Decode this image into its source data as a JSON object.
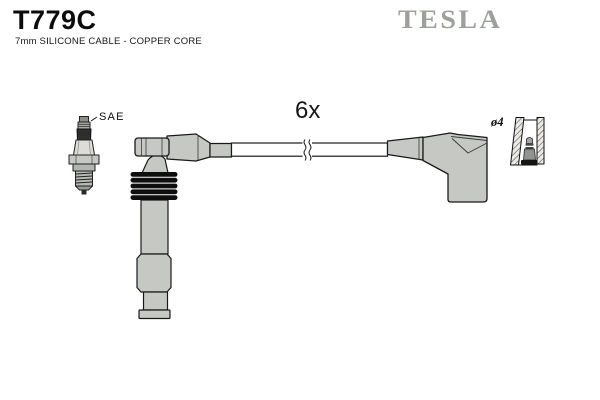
{
  "header": {
    "part_number": "T779C",
    "description": "7mm SILICONE CABLE - COPPER CORE",
    "brand": "TESLA"
  },
  "diagram": {
    "quantity": "6x",
    "labels": {
      "spark_plug_standard": "SAE",
      "terminal_diameter": "ø4"
    },
    "icons": [
      "spark-plug-icon",
      "coil-boot-connector",
      "ignition-cable",
      "cable-break-mark",
      "plug-boot-connector",
      "terminal-cross-section-icon"
    ]
  },
  "colors": {
    "background": "#ffffff",
    "boot_fill": "#c5c8c3",
    "logo": "#9ba09a",
    "line": "#1a1a1a",
    "rib_black": "#0e0e0e"
  }
}
